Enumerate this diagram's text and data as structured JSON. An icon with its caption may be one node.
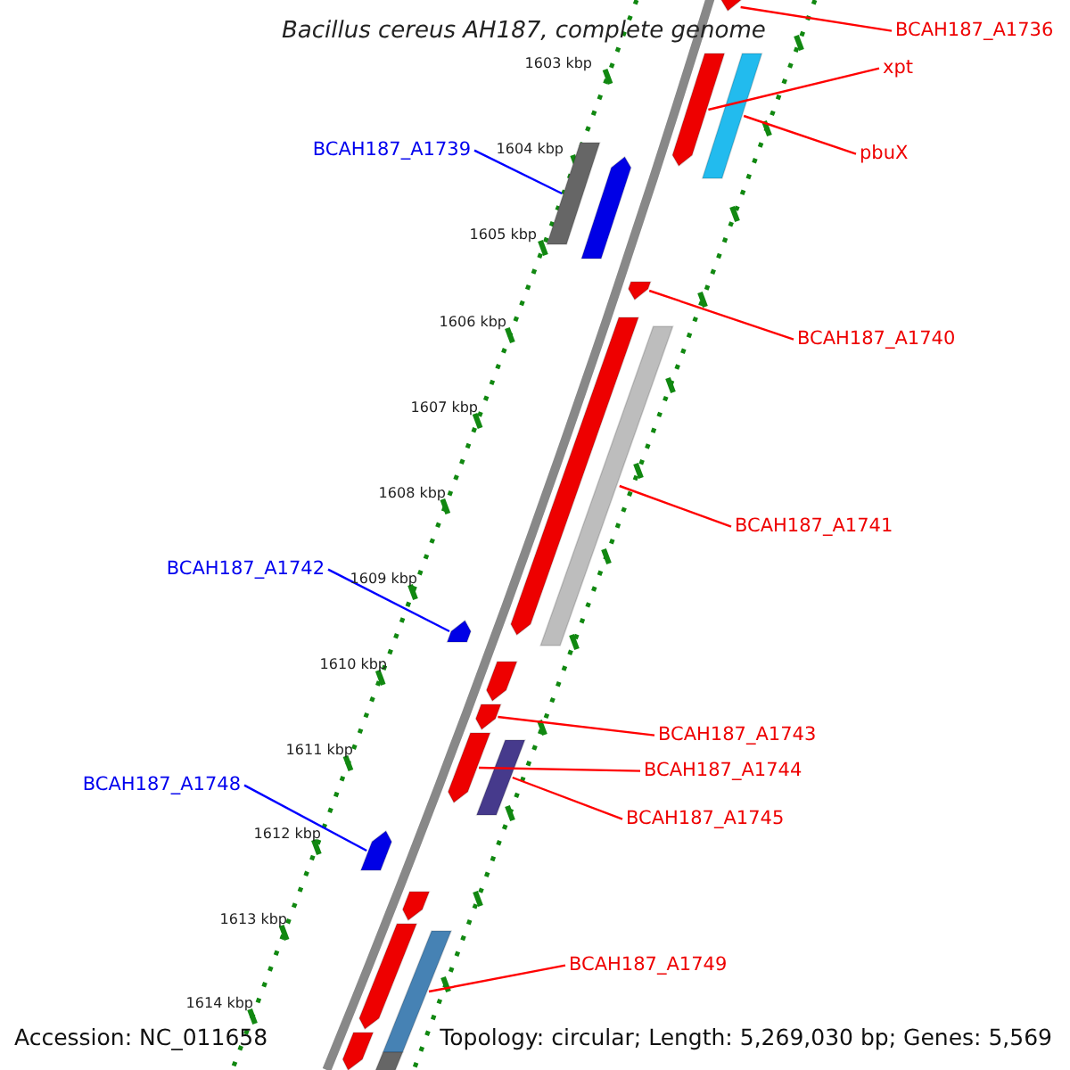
{
  "diagram": {
    "title": "Bacillus cereus AH187, complete genome",
    "nodes": [
      {
        "text": [
          "BCAH187_A1736"
        ]
      },
      {
        "text": [
          "xpt"
        ]
      },
      {
        "text": [
          "BCAH187_A1739"
        ]
      },
      {
        "text": [
          "pbuX"
        ]
      },
      {
        "text": [
          "BCAH187_A1740"
        ]
      },
      {
        "text": [
          "BCAH187_A1741"
        ]
      },
      {
        "text": [
          "BCAH187_A1742"
        ]
      },
      {
        "text": [
          "BCAH187_A1743"
        ]
      },
      {
        "text": [
          "BCAH187_A1744"
        ]
      },
      {
        "text": [
          "BCAH187_A1748"
        ]
      },
      {
        "text": [
          "BCAH187_A1745"
        ]
      },
      {
        "text": [
          "BCAH187_A1749"
        ]
      },
      {
        "text": [],
        "shape": "bar"
      },
      {
        "text": [],
        "shape": "bar"
      },
      {
        "text": [],
        "shape": "bar"
      },
      {
        "text": [],
        "shape": "bar"
      },
      {
        "text": [],
        "shape": "bar"
      },
      {
        "text": [],
        "shape": "bar"
      },
      {
        "text": [],
        "shape": "bar"
      },
      {
        "text": [],
        "shape": "bar"
      },
      {
        "text": [],
        "shape": "bar"
      },
      {
        "text": [],
        "shape": "bar"
      },
      {
        "text": [],
        "shape": "bar"
      },
      {
        "text": [],
        "shape": "bar"
      },
      {
        "text": [],
        "shape": "bar"
      },
      {
        "text": [],
        "shape": "bar"
      },
      {
        "text": [],
        "shape": "bar"
      },
      {
        "text": [],
        "shape": "bar"
      },
      {
        "text": [],
        "shape": "bar"
      },
      {
        "text": [],
        "shape": "bar"
      },
      {
        "text": [],
        "shape": "bar"
      }
    ],
    "edges": [
      {
        "from": 0,
        "to": 12,
        "arrow": "none"
      },
      {
        "from": 1,
        "to": 14,
        "arrow": "none"
      },
      {
        "from": 2,
        "to": 15,
        "arrow": "none",
        "color": "#0000ff"
      },
      {
        "from": 3,
        "to": 13,
        "arrow": "none"
      },
      {
        "from": 4,
        "to": 17,
        "arrow": "none"
      },
      {
        "from": 5,
        "to": 19,
        "arrow": "none"
      },
      {
        "from": 6,
        "to": 20,
        "arrow": "none",
        "color": "#0000ff"
      },
      {
        "from": 7,
        "to": 22,
        "arrow": "none"
      },
      {
        "from": 8,
        "to": 23,
        "arrow": "none"
      },
      {
        "from": 9,
        "to": 25,
        "arrow": "none",
        "color": "#0000ff"
      },
      {
        "from": 10,
        "to": 24,
        "arrow": "none"
      },
      {
        "from": 11,
        "to": 28,
        "arrow": "none"
      }
    ],
    "labels": [
      "1603 kbp",
      "1604 kbp",
      "1605 kbp",
      "1606 kbp",
      "1607 kbp",
      "1608 kbp",
      "1609 kbp",
      "1610 kbp",
      "1611 kbp",
      "1612 kbp",
      "1613 kbp",
      "1614 kbp",
      "Accession: NC_011658",
      "Topology: circular; Length: 5,269,030 bp; Genes: 5,569"
    ]
  }
}
